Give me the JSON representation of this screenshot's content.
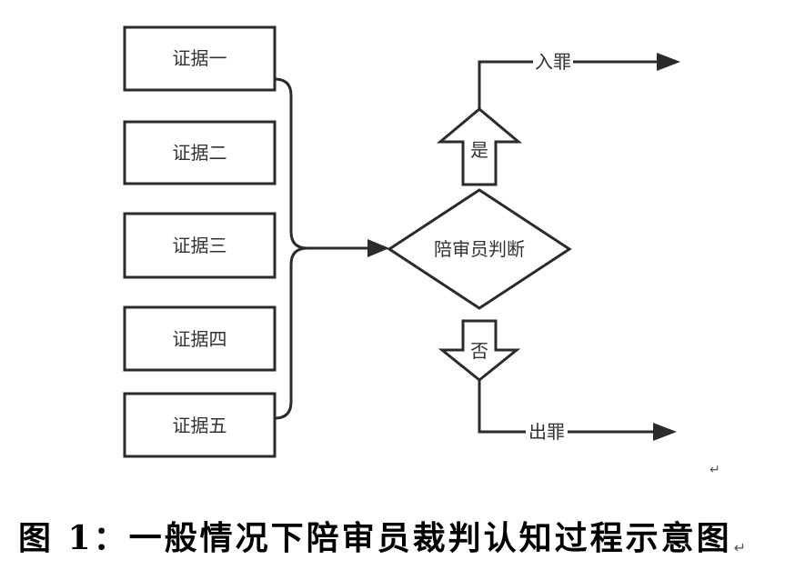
{
  "diagram": {
    "evidence": [
      "证据一",
      "证据二",
      "证据三",
      "证据四",
      "证据五"
    ],
    "decision": "陪审员判断",
    "yes_label": "是",
    "no_label": "否",
    "guilty": "入罪",
    "not_guilty": "出罪",
    "return_mark": "↵"
  },
  "caption": {
    "text": "图 1：一般情况下陪审员裁判认知过程示意图",
    "return_mark": "↵"
  }
}
